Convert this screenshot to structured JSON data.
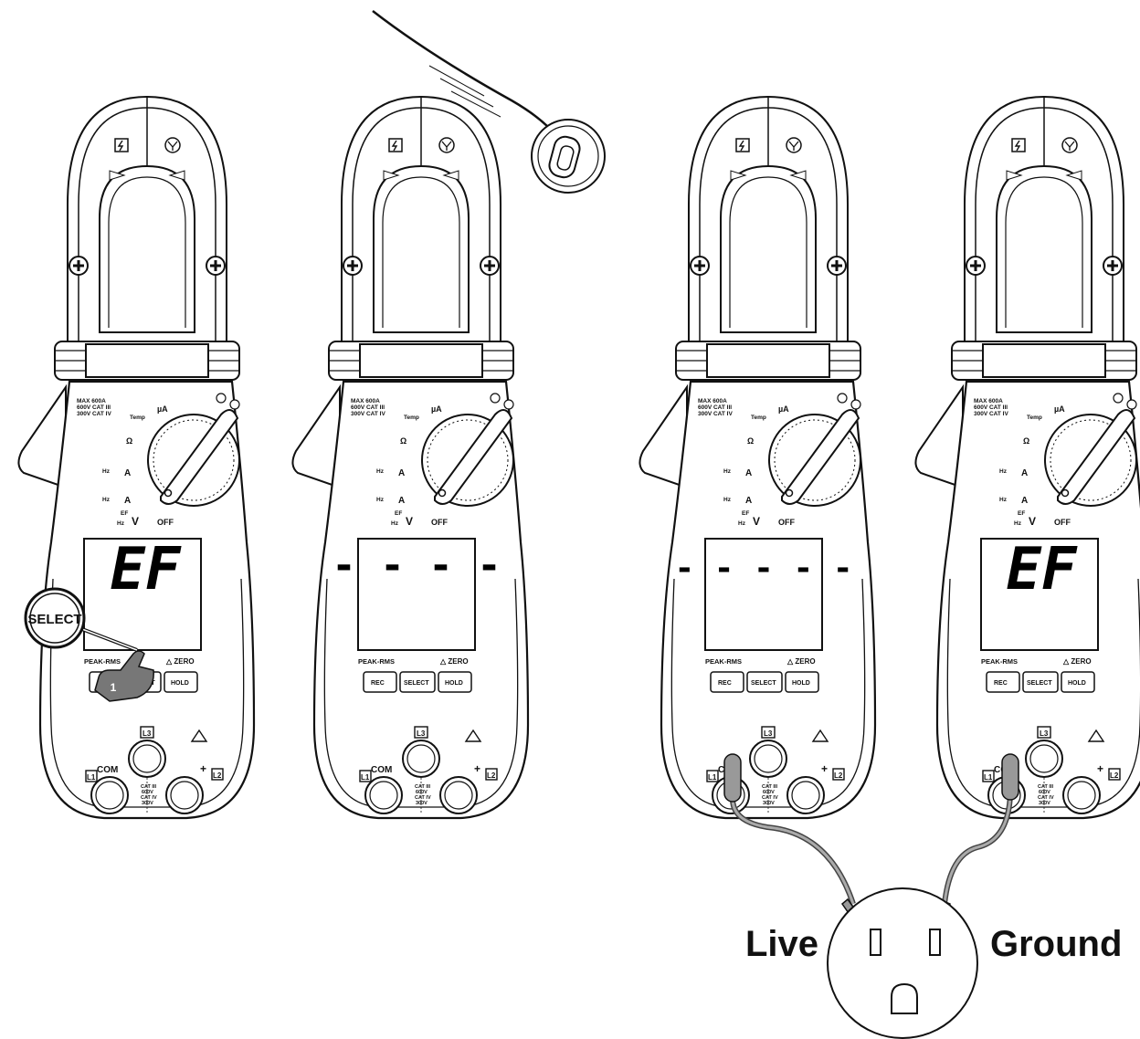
{
  "meter": {
    "spec_line1": "MAX 600A",
    "spec_line2": "600V CAT III",
    "spec_line3": "300V CAT IV",
    "temp_label": "Temp",
    "ua_label": "µA",
    "ohm_label": "Ω",
    "hz_label": "Hz",
    "a_label": "A",
    "ef_label": "EF",
    "v_label": "V",
    "off_label": "OFF",
    "peak_rms_label": "PEAK-RMS",
    "zero_label": "△ ZERO",
    "rec_label": "REC",
    "select_label": "SELECT",
    "hold_label": "HOLD",
    "l1_label": "L1",
    "l2_label": "L2",
    "l3_label": "L3",
    "com_label": "COM",
    "plus_label": "+",
    "terminal_cat1": "CAT III",
    "terminal_cat2": "600V",
    "terminal_cat3": "CAT IV",
    "terminal_cat4": "300V"
  },
  "panels": [
    {
      "display": "EF"
    },
    {
      "display": "- - - -"
    },
    {
      "display": "- - - - -"
    },
    {
      "display": "EF"
    }
  ],
  "callout": {
    "select_label": "SELECT",
    "step_number": "1"
  },
  "outlet": {
    "live_label": "Live",
    "ground_label": "Ground"
  },
  "icons": [
    "flash-icon",
    "antenna-icon",
    "screw-icon",
    "rotary-switch-icon",
    "warning-icon",
    "hand-pointer-icon",
    "wire-sensor-icon",
    "outlet-icon",
    "test-probe-icon"
  ]
}
